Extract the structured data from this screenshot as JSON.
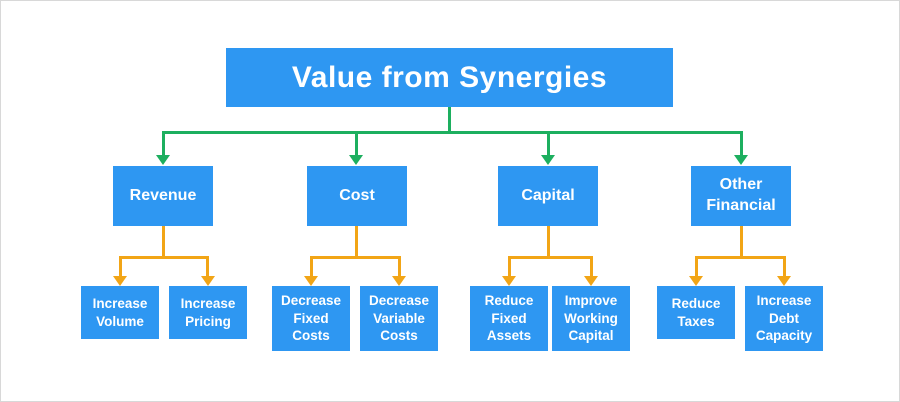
{
  "title": "Value from Synergies",
  "colors": {
    "box_blue": "#2e97f2",
    "connector_green": "#1daf5f",
    "connector_orange": "#f2a516"
  },
  "branches": [
    {
      "label": "Revenue",
      "children": [
        {
          "label": "Increase Volume"
        },
        {
          "label": "Increase Pricing"
        }
      ]
    },
    {
      "label": "Cost",
      "children": [
        {
          "label": "Decrease Fixed Costs"
        },
        {
          "label": "Decrease Variable Costs"
        }
      ]
    },
    {
      "label": "Capital",
      "children": [
        {
          "label": "Reduce Fixed Assets"
        },
        {
          "label": "Improve Working Capital"
        }
      ]
    },
    {
      "label": "Other Financial",
      "children": [
        {
          "label": "Reduce Taxes"
        },
        {
          "label": "Increase Debt Capacity"
        }
      ]
    }
  ]
}
